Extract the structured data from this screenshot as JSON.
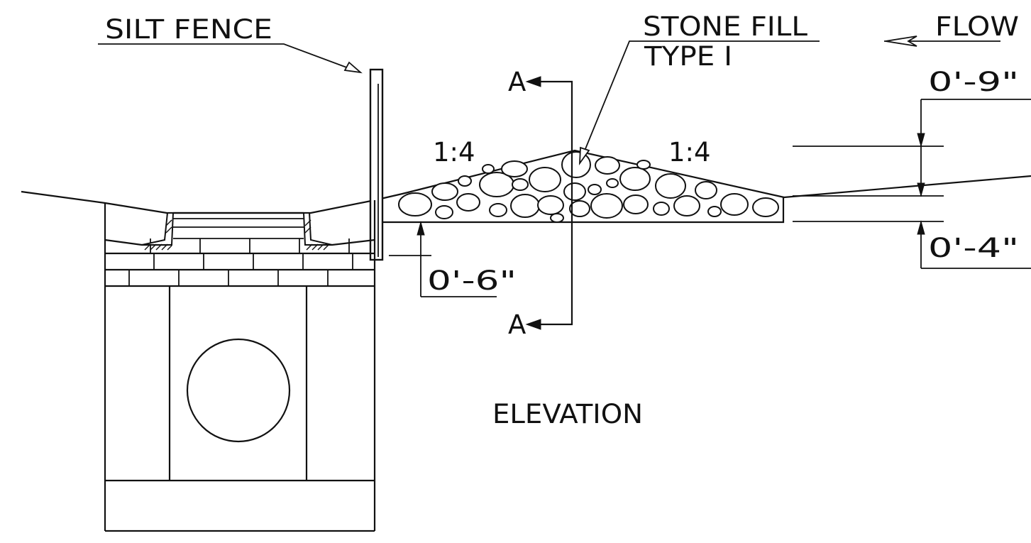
{
  "labels": {
    "silt_fence": "SILT FENCE",
    "stone_fill": "STONE FILL",
    "stone_fill_type": "TYPE I",
    "flow": "FLOW",
    "section_mark": "A",
    "slope_left": "1:4",
    "slope_right": "1:4",
    "dim_top_right": "0'-9\"",
    "dim_bottom_right": "0'-4\"",
    "dim_left": "0'-6\"",
    "view_title": "ELEVATION"
  },
  "colors": {
    "line": "#111111",
    "background": "#ffffff"
  }
}
